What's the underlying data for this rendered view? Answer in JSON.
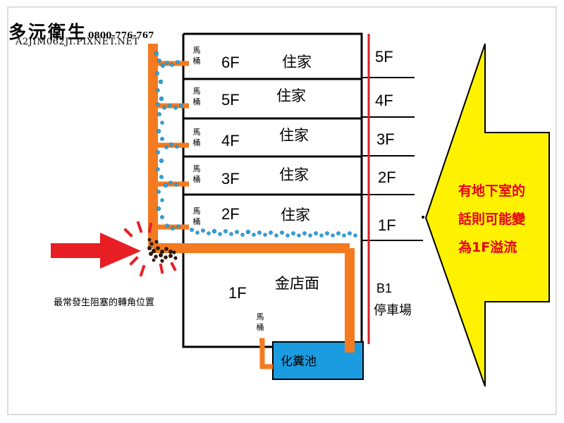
{
  "brand": {
    "name": "多沅衛生",
    "phone": "0800-776-767",
    "url": "A2JIM062JI.PIXNET.NET"
  },
  "toilet_label": "馬桶",
  "home_label": "住家",
  "floors_inside": [
    "6F",
    "5F",
    "4F",
    "3F",
    "2F"
  ],
  "ground": {
    "floor": "1F",
    "label": "金店面"
  },
  "septic_tank": "化糞池",
  "outside_levels": [
    "5F",
    "4F",
    "3F",
    "2F",
    "1F"
  ],
  "basement": {
    "level": "B1",
    "label": "停車場"
  },
  "warning_text": "最常發生阻塞的轉角位置",
  "callout": {
    "line1": "有地下室的",
    "line2": "話則可能變",
    "line3": "為1F溢流"
  },
  "colors": {
    "pipe": "#f47a20",
    "water": "#2ea6dc",
    "septic": "#1b9ce0",
    "divider": "#d8202a",
    "arrow_red": "#e81e25",
    "arrow_yellow": "#fff200",
    "callout_text": "#e8001c"
  },
  "icons": {
    "blockage_arrow": "red-arrow-icon",
    "callout_arrow": "yellow-arrow-icon"
  }
}
